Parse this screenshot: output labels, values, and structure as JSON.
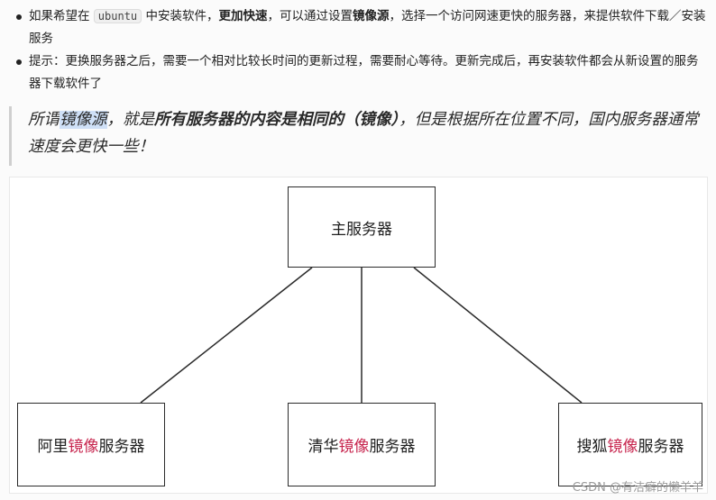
{
  "bullets": [
    {
      "t1": "如果希望在 ",
      "code": "ubuntu",
      "t2": " 中安装软件，",
      "b1": "更加快速",
      "t3": "，可以通过设置",
      "b2": "镜像源",
      "t4": "，选择一个访问网速更快的服务器，来提供软件下载／安装服务"
    },
    {
      "text": "提示：更换服务器之后，需要一个相对比较长时间的更新过程，需要耐心等待。更新完成后，再安装软件都会从新设置的服务器下载软件了"
    }
  ],
  "quote": {
    "q1": "所谓",
    "highlight": "镜像源",
    "q2": "，就是",
    "bold": "所有服务器的内容是相同的（镜像）",
    "q3": "，但是根据所在位置不同，国内服务器通常速度会更快一些！"
  },
  "diagram": {
    "main": "主服务器",
    "mirror_word": "镜像",
    "suffix": "服务器",
    "left_prefix": "阿里",
    "center_prefix": "清华",
    "right_prefix": "搜狐"
  },
  "watermark": "CSDN @有洁癖的懒羊羊",
  "colors": {
    "highlight_bg": "#cfe0f7",
    "mirror_text": "#c7254e"
  }
}
